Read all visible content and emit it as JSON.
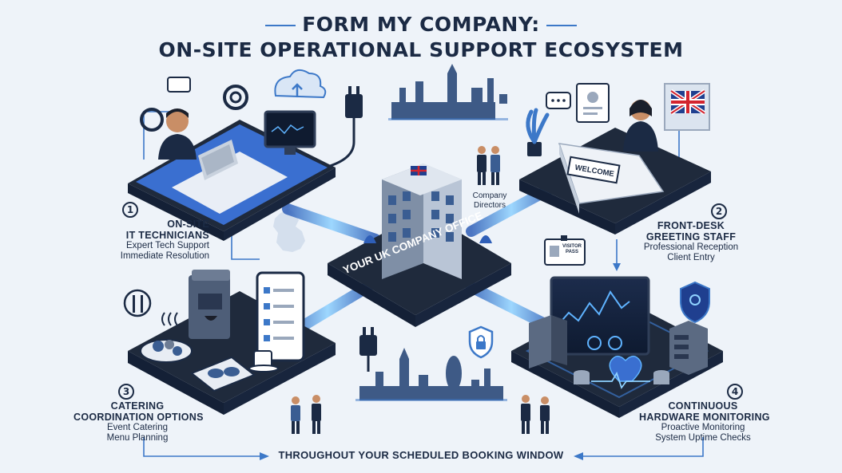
{
  "title": {
    "line1": "FORM MY COMPANY:",
    "line2": "ON-SITE OPERATIONAL SUPPORT ECOSYSTEM"
  },
  "center": {
    "office_label": "YOUR UK COMPANY OFFICE",
    "directors_label": "Company Directors",
    "welcome_sign": "WELCOME",
    "desk_sign": "WELCOME",
    "visitor_pass": "VISITOR PASS"
  },
  "nodes": [
    {
      "number": "1",
      "title_line1": "ON-SITE",
      "title_line2": "IT TECHNICIANS",
      "sub1": "Expert Tech Support",
      "sub2": "Immediate Resolution"
    },
    {
      "number": "2",
      "title_line1": "FRONT-DESK",
      "title_line2": "GREETING STAFF",
      "sub1": "Professional Reception",
      "sub2": "Client Entry"
    },
    {
      "number": "3",
      "title_line1": "CATERING",
      "title_line2": "COORDINATION OPTIONS",
      "sub1": "Event Catering",
      "sub2": "Menu Planning"
    },
    {
      "number": "4",
      "title_line1": "CONTINUOUS",
      "title_line2": "HARDWARE MONITORING",
      "sub1": "Proactive Monitoring",
      "sub2": "System Uptime Checks"
    }
  ],
  "footer": "THROUGHOUT YOUR SCHEDULED BOOKING WINDOW",
  "colors": {
    "navy": "#1b2a44",
    "accent": "#3c78c8",
    "platform_dark": "#1f2a3c",
    "platform_blue": "#3a6fd0",
    "glow": "#5fb3ff",
    "background": "#eef3f9"
  }
}
